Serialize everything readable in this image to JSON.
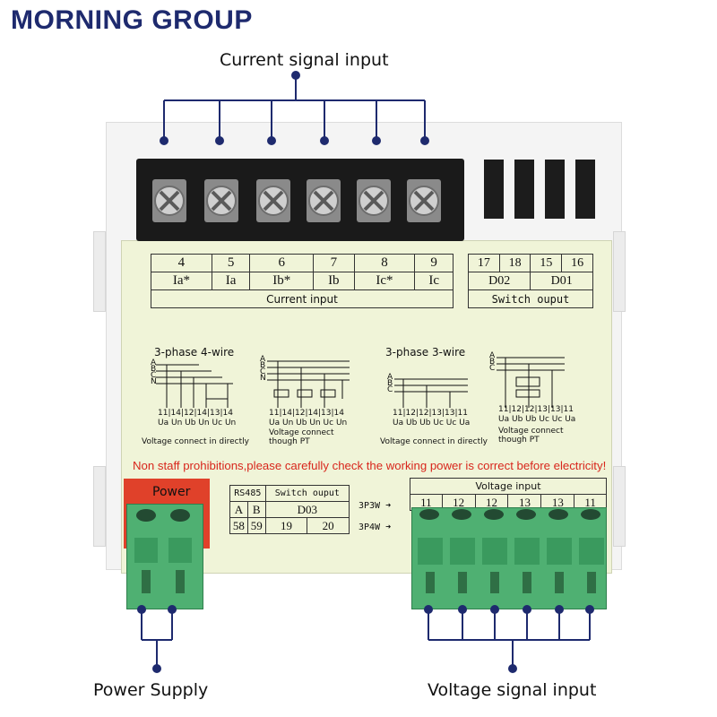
{
  "brand": "MORNING GROUP",
  "callouts": {
    "current_signal": "Current signal input",
    "power_supply": "Power Supply",
    "voltage_signal": "Voltage signal input"
  },
  "current_table": {
    "numbers": [
      "4",
      "5",
      "6",
      "7",
      "8",
      "9"
    ],
    "labels": [
      "Ia*",
      "Ia",
      "Ib*",
      "Ib",
      "Ic*",
      "Ic"
    ],
    "caption": "Current input"
  },
  "switch_table": {
    "numbers": [
      "17",
      "18",
      "15",
      "16"
    ],
    "groups": [
      "D02",
      "D01"
    ],
    "caption": "Switch ouput"
  },
  "diagrams": {
    "title_4wire": "3-phase 4-wire",
    "title_3wire": "3-phase 3-wire",
    "cap_4wire_direct": "Voltage connect in directly",
    "cap_4wire_pt": "Voltage connect though PT",
    "cap_3wire_direct": "Voltage connect in directly",
    "cap_3wire_pt": "Voltage connect though PT",
    "term_4wire_direct": [
      "11",
      "14",
      "12",
      "14",
      "13",
      "14"
    ],
    "phase_4wire_direct": [
      "Ua",
      "Un",
      "Ub",
      "Un",
      "Uc",
      "Un"
    ],
    "term_4wire_pt": [
      "11",
      "14",
      "12",
      "14",
      "13",
      "14"
    ],
    "phase_4wire_pt": [
      "Ua",
      "Un",
      "Ub",
      "Un",
      "Uc",
      "Un"
    ],
    "term_3wire_direct": [
      "11",
      "12",
      "12",
      "13",
      "13",
      "11"
    ],
    "phase_3wire_direct": [
      "Ua",
      "Ub",
      "Ub",
      "Uc",
      "Uc",
      "Ua"
    ],
    "term_3wire_pt": [
      "11",
      "12",
      "12",
      "13",
      "13",
      "11"
    ],
    "phase_3wire_pt": [
      "Ua",
      "Ub",
      "Ub",
      "Uc",
      "Uc",
      "Ua"
    ],
    "lines_4": [
      "A",
      "B",
      "C",
      "N"
    ],
    "lines_3": [
      "A",
      "B",
      "C"
    ]
  },
  "warning": "Non staff prohibitions,please carefully check the working power is correct before electricity!",
  "power_label": "Power",
  "rs485_table": {
    "header_left": "RS485",
    "header_right": "Switch ouput",
    "sub": [
      "A",
      "B",
      "D03"
    ],
    "numbers": [
      "58",
      "59",
      "19",
      "20"
    ]
  },
  "voltage_table": {
    "caption": "Voltage input",
    "numbers": [
      "11",
      "12",
      "12",
      "13",
      "13",
      "11"
    ]
  },
  "wiring_labels": [
    "3P3W",
    "3P4W"
  ],
  "colors": {
    "brand": "#1e2a6e",
    "callout_line": "#1e2a6e",
    "panel": "#f0f4d8",
    "warning": "#d8261c",
    "terminal_green": "#4fb072",
    "terminal_black": "#1a1a1a"
  }
}
